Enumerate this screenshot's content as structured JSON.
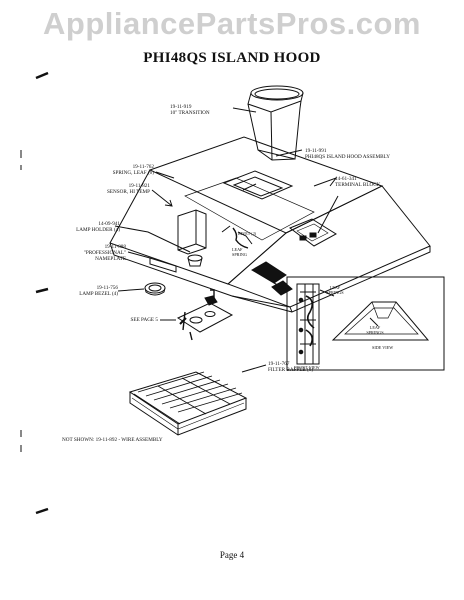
{
  "watermark": "AppliancePartsPros.com",
  "title": "PHI48QS ISLAND HOOD",
  "parts": {
    "transition": {
      "num": "19-11-919",
      "name": "10\" TRANSITION"
    },
    "hood_assembly": {
      "num": "19-11-991",
      "name": "PHI48QS ISLAND HOOD ASSEMBLY"
    },
    "spring_leaf": {
      "num": "19-11-762",
      "name": "SPRING, LEAF (6)"
    },
    "sensor": {
      "num": "19-11-821",
      "name": "SENSOR, HI TEMP"
    },
    "terminal_block": {
      "num": "14-61-341",
      "name": "TERMINAL BLOCK"
    },
    "lamp_holder": {
      "num": "14-09-941",
      "name": "LAMP HOLDER (4)"
    },
    "nameplate": {
      "num": "19-11-888",
      "name1": "\"PROFESSIONAL\"",
      "name2": "NAMEPLATE"
    },
    "lamp_bezel": {
      "num": "19-11-756",
      "name": "LAMP BEZEL (4)"
    },
    "see_page": {
      "text": "SEE PAGE 5"
    },
    "filter_baffle": {
      "num": "19-11-767",
      "name": "FILTER BAFFLE (6)"
    }
  },
  "callouts": {
    "rivet": "RIVET (2)",
    "leaf_spring": "LEAF SPRING",
    "leaf_springs_top": "LEAF SPRINGS",
    "leaf_springs_side": "LEAF SPRINGS",
    "side_view": "SIDE VIEW",
    "front_view": "FRONT VIEW"
  },
  "not_shown": "NOT SHOWN: 19-11-892 - WIRE ASSEMBLY",
  "page": "Page 4"
}
